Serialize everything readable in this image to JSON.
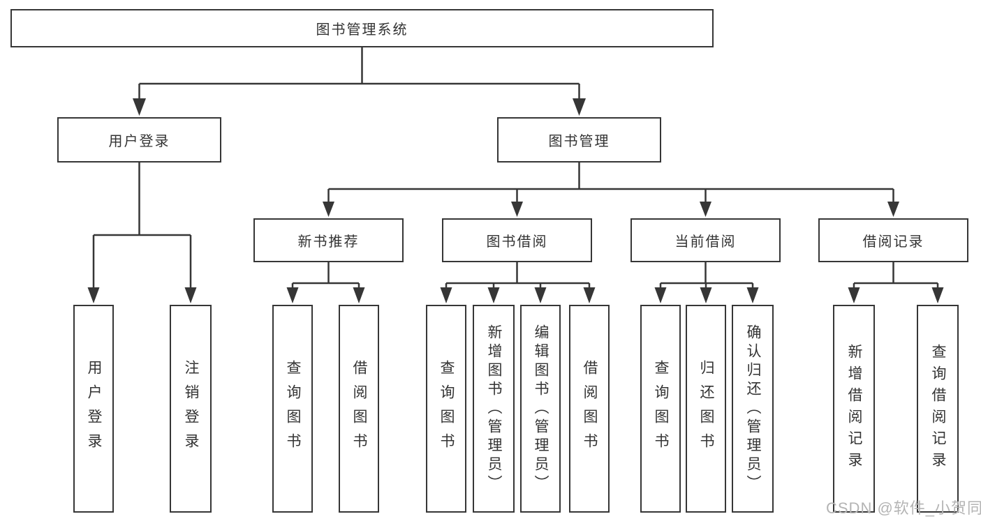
{
  "diagram": {
    "root": {
      "label": "图书管理系统"
    },
    "login": {
      "label": "用户登录",
      "children": [
        {
          "label": "用户登录"
        },
        {
          "label": "注销登录"
        }
      ]
    },
    "management": {
      "label": "图书管理"
    },
    "sections": [
      {
        "label": "新书推荐",
        "children": [
          {
            "label": "查询图书"
          },
          {
            "label": "借阅图书"
          }
        ]
      },
      {
        "label": "图书借阅",
        "children": [
          {
            "label": "查询图书"
          },
          {
            "label": "新增图书（管理员）"
          },
          {
            "label": "编辑图书（管理员）"
          },
          {
            "label": "借阅图书"
          }
        ]
      },
      {
        "label": "当前借阅",
        "children": [
          {
            "label": "查询图书"
          },
          {
            "label": "归还图书"
          },
          {
            "label": "确认归还（管理员）"
          }
        ]
      },
      {
        "label": "借阅记录",
        "children": [
          {
            "label": "新增借阅记录"
          },
          {
            "label": "查询借阅记录"
          }
        ]
      }
    ],
    "watermark": "CSDN @软件_小贺同学",
    "colors": {
      "line": "#363636",
      "text": "#333333",
      "box_background": "#ffffff",
      "watermark": "#b4b4b4"
    }
  }
}
